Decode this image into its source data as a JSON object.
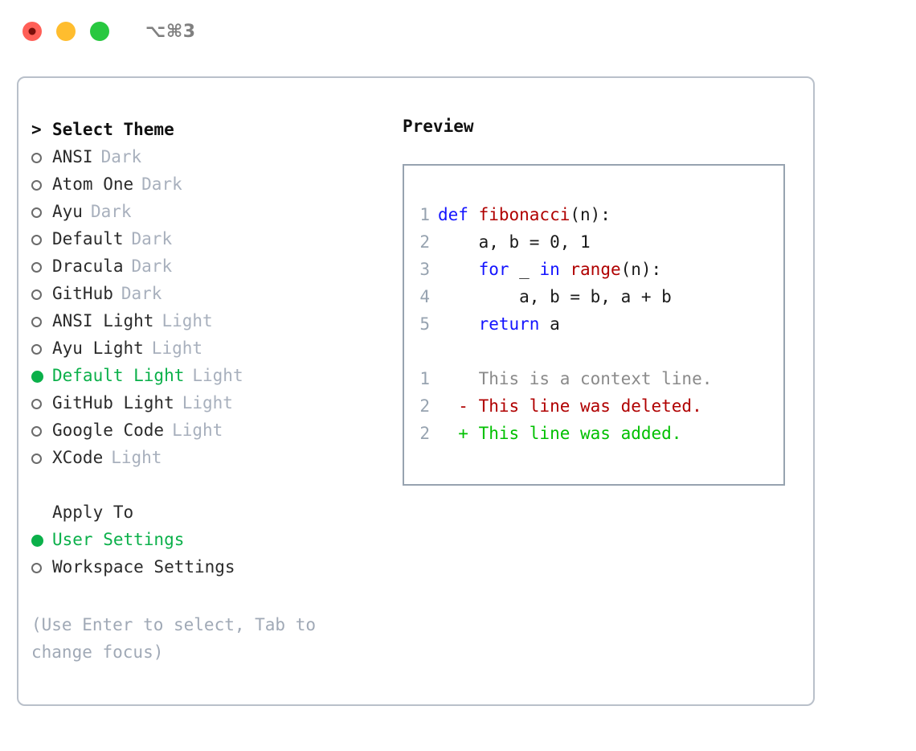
{
  "titlebar": {
    "shortcut": "⌥⌘3",
    "buttons": [
      {
        "name": "close",
        "color": "#ff5f57"
      },
      {
        "name": "minimize",
        "color": "#ffbd2e"
      },
      {
        "name": "maximize",
        "color": "#28c840"
      }
    ]
  },
  "theme_list": {
    "header": {
      "marker": ">",
      "label": "Select Theme"
    },
    "items": [
      {
        "marker": "○",
        "selected": false,
        "label": "ANSI",
        "suffix": "Dark"
      },
      {
        "marker": "○",
        "selected": false,
        "label": "Atom One",
        "suffix": "Dark"
      },
      {
        "marker": "○",
        "selected": false,
        "label": "Ayu",
        "suffix": "Dark"
      },
      {
        "marker": "○",
        "selected": false,
        "label": "Default",
        "suffix": "Dark"
      },
      {
        "marker": "○",
        "selected": false,
        "label": "Dracula",
        "suffix": "Dark"
      },
      {
        "marker": "○",
        "selected": false,
        "label": "GitHub",
        "suffix": "Dark"
      },
      {
        "marker": "○",
        "selected": false,
        "label": "ANSI Light",
        "suffix": "Light"
      },
      {
        "marker": "○",
        "selected": false,
        "label": "Ayu Light",
        "suffix": "Light"
      },
      {
        "marker": "●",
        "selected": true,
        "label": "Default Light",
        "suffix": "Light"
      },
      {
        "marker": "○",
        "selected": false,
        "label": "GitHub Light",
        "suffix": "Light"
      },
      {
        "marker": "○",
        "selected": false,
        "label": "Google Code",
        "suffix": "Light"
      },
      {
        "marker": "○",
        "selected": false,
        "label": "XCode",
        "suffix": "Light"
      }
    ]
  },
  "apply_to": {
    "header": "Apply To",
    "items": [
      {
        "marker": "●",
        "selected": true,
        "label": "User Settings"
      },
      {
        "marker": "○",
        "selected": false,
        "label": "Workspace Settings"
      }
    ]
  },
  "hint": "(Use Enter to select, Tab to change focus)",
  "preview": {
    "title": "Preview",
    "code": [
      {
        "lno": "1",
        "parts": [
          {
            "t": "def ",
            "c": "kw"
          },
          {
            "t": "fibonacci",
            "c": "fn"
          },
          {
            "t": "(n):",
            "c": "pl"
          }
        ]
      },
      {
        "lno": "2",
        "parts": [
          {
            "t": "    a, b = 0, 1",
            "c": "pl"
          }
        ]
      },
      {
        "lno": "3",
        "parts": [
          {
            "t": "    ",
            "c": "pl"
          },
          {
            "t": "for",
            "c": "kw"
          },
          {
            "t": " _ ",
            "c": "pl"
          },
          {
            "t": "in ",
            "c": "kw"
          },
          {
            "t": "range",
            "c": "fn"
          },
          {
            "t": "(n):",
            "c": "pl"
          }
        ]
      },
      {
        "lno": "4",
        "parts": [
          {
            "t": "        a, b = b, a + b",
            "c": "pl"
          }
        ]
      },
      {
        "lno": "5",
        "parts": [
          {
            "t": "    ",
            "c": "pl"
          },
          {
            "t": "return",
            "c": "kw"
          },
          {
            "t": " a",
            "c": "pl"
          }
        ]
      }
    ],
    "diff": [
      {
        "lno": "1",
        "sign": "  ",
        "text": "This is a context line.",
        "kind": "diff-ctx"
      },
      {
        "lno": "2",
        "sign": "- ",
        "text": "This line was deleted.",
        "kind": "diff-del"
      },
      {
        "lno": "2",
        "sign": "+ ",
        "text": "This line was added.",
        "kind": "diff-add"
      }
    ]
  },
  "colors": {
    "accent_green": "#0bb04a",
    "diff_add": "#00c000",
    "diff_delete": "#b00000",
    "keyword": "#1414ff",
    "function": "#b00000",
    "muted": "#a8b0bd",
    "line_number": "#97a3b0",
    "border": "#b9c0ca",
    "preview_border": "#97a3b0"
  }
}
